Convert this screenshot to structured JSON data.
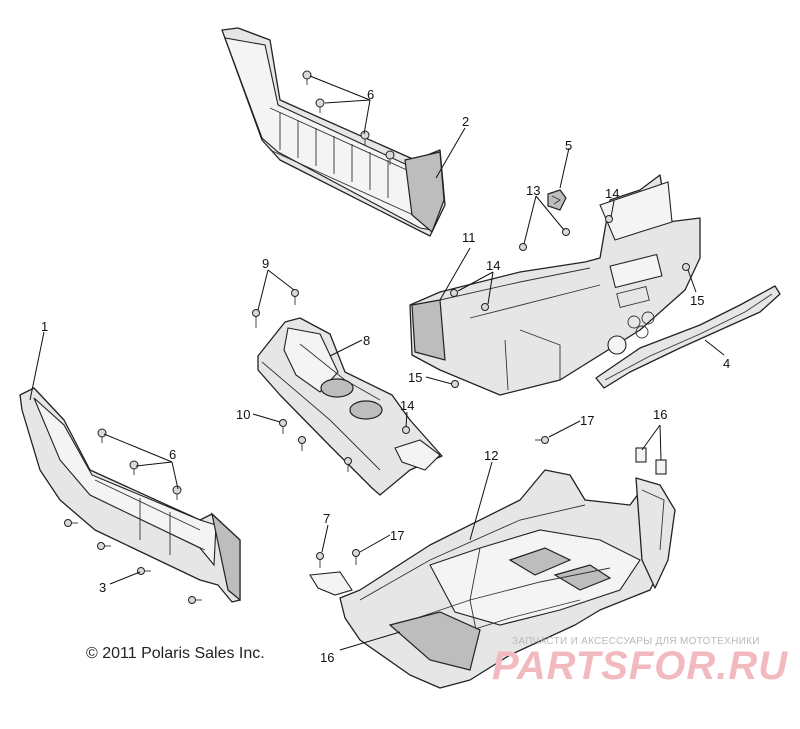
{
  "copyright": "© 2011 Polaris Sales Inc.",
  "watermark": {
    "tagline": "ЗАПЧАСТИ И АКСЕССУАРЫ ДЛЯ МОТОТЕХНИКИ",
    "logo": "PARTSFOR.RU",
    "color": "#f2b9bf"
  },
  "callouts": [
    {
      "id": "c1",
      "label": "1"
    },
    {
      "id": "c2",
      "label": "2"
    },
    {
      "id": "c3",
      "label": "3"
    },
    {
      "id": "c4",
      "label": "4"
    },
    {
      "id": "c5",
      "label": "5"
    },
    {
      "id": "c6a",
      "label": "6"
    },
    {
      "id": "c6b",
      "label": "6"
    },
    {
      "id": "c7",
      "label": "7"
    },
    {
      "id": "c8",
      "label": "8"
    },
    {
      "id": "c9",
      "label": "9"
    },
    {
      "id": "c10",
      "label": "10"
    },
    {
      "id": "c11",
      "label": "11"
    },
    {
      "id": "c12",
      "label": "12"
    },
    {
      "id": "c13",
      "label": "13"
    },
    {
      "id": "c14a",
      "label": "14"
    },
    {
      "id": "c14b",
      "label": "14"
    },
    {
      "id": "c14c",
      "label": "14"
    },
    {
      "id": "c15a",
      "label": "15"
    },
    {
      "id": "c15b",
      "label": "15"
    },
    {
      "id": "c16a",
      "label": "16"
    },
    {
      "id": "c16b",
      "label": "16"
    },
    {
      "id": "c17a",
      "label": "17"
    },
    {
      "id": "c17b",
      "label": "17"
    }
  ]
}
